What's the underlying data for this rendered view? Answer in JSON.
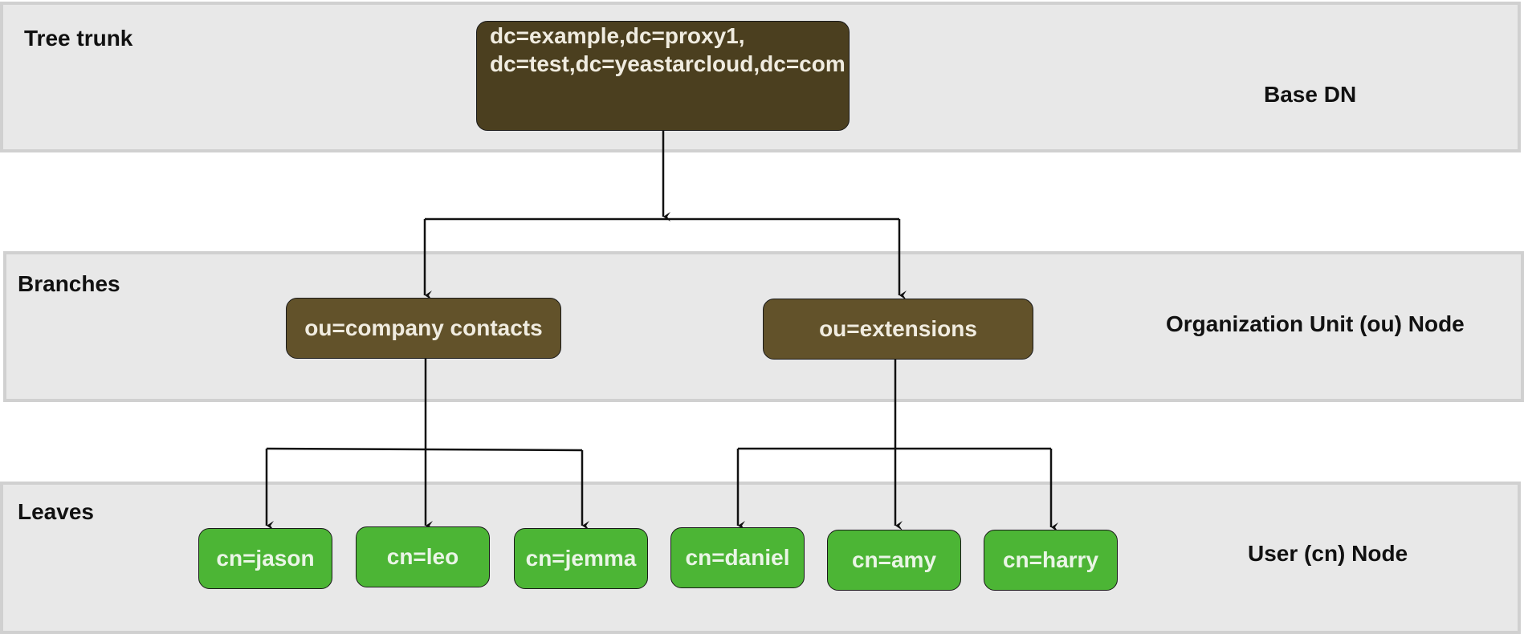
{
  "bands": {
    "trunk": {
      "label": "Tree trunk",
      "side_label": "Base DN"
    },
    "branches": {
      "label": "Branches",
      "side_label": "Organization Unit (ou) Node"
    },
    "leaves": {
      "label": "Leaves",
      "side_label": "User (cn) Node"
    }
  },
  "base_node": {
    "line1": "dc=example,dc=proxy1,",
    "line2": "dc=test,dc=yeastarcloud,dc=com"
  },
  "ou_nodes": [
    {
      "label": "ou=company contacts"
    },
    {
      "label": "ou=extensions"
    }
  ],
  "cn_nodes": [
    {
      "label": "cn=jason"
    },
    {
      "label": "cn=leo"
    },
    {
      "label": "cn=jemma"
    },
    {
      "label": "cn=daniel"
    },
    {
      "label": "cn=amy"
    },
    {
      "label": "cn=harry"
    }
  ],
  "colors": {
    "base_node": "#4b3f1f",
    "ou_node": "#62522a",
    "cn_node": "#4cb535",
    "band": "#e8e8e8",
    "connector": "#111111"
  }
}
